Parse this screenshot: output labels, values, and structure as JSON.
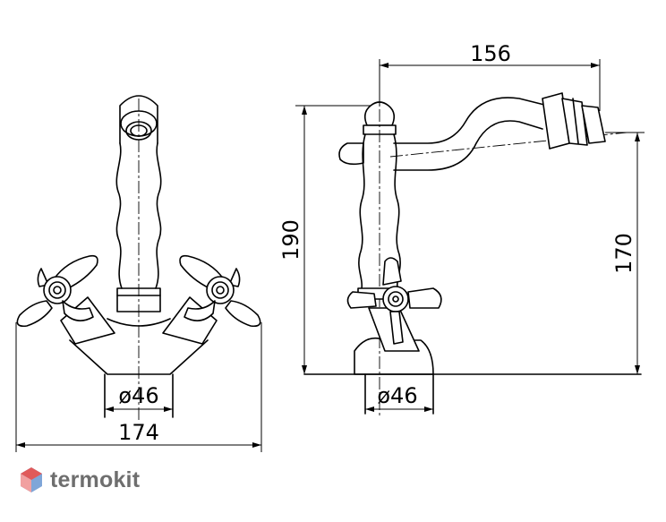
{
  "dimensions": {
    "front_height": "",
    "front_base_diameter": "ø46",
    "front_total_width": "174",
    "side_spout_reach": "156",
    "side_total_height": "190",
    "side_outlet_height": "170",
    "side_base_diameter": "ø46"
  },
  "brand": {
    "name": "termokit",
    "icon": "hexagon-logo-icon",
    "colors": {
      "icon_top": "#e05a5a",
      "icon_bottom": "#7fa6d8",
      "text": "#6e6e6e"
    }
  }
}
